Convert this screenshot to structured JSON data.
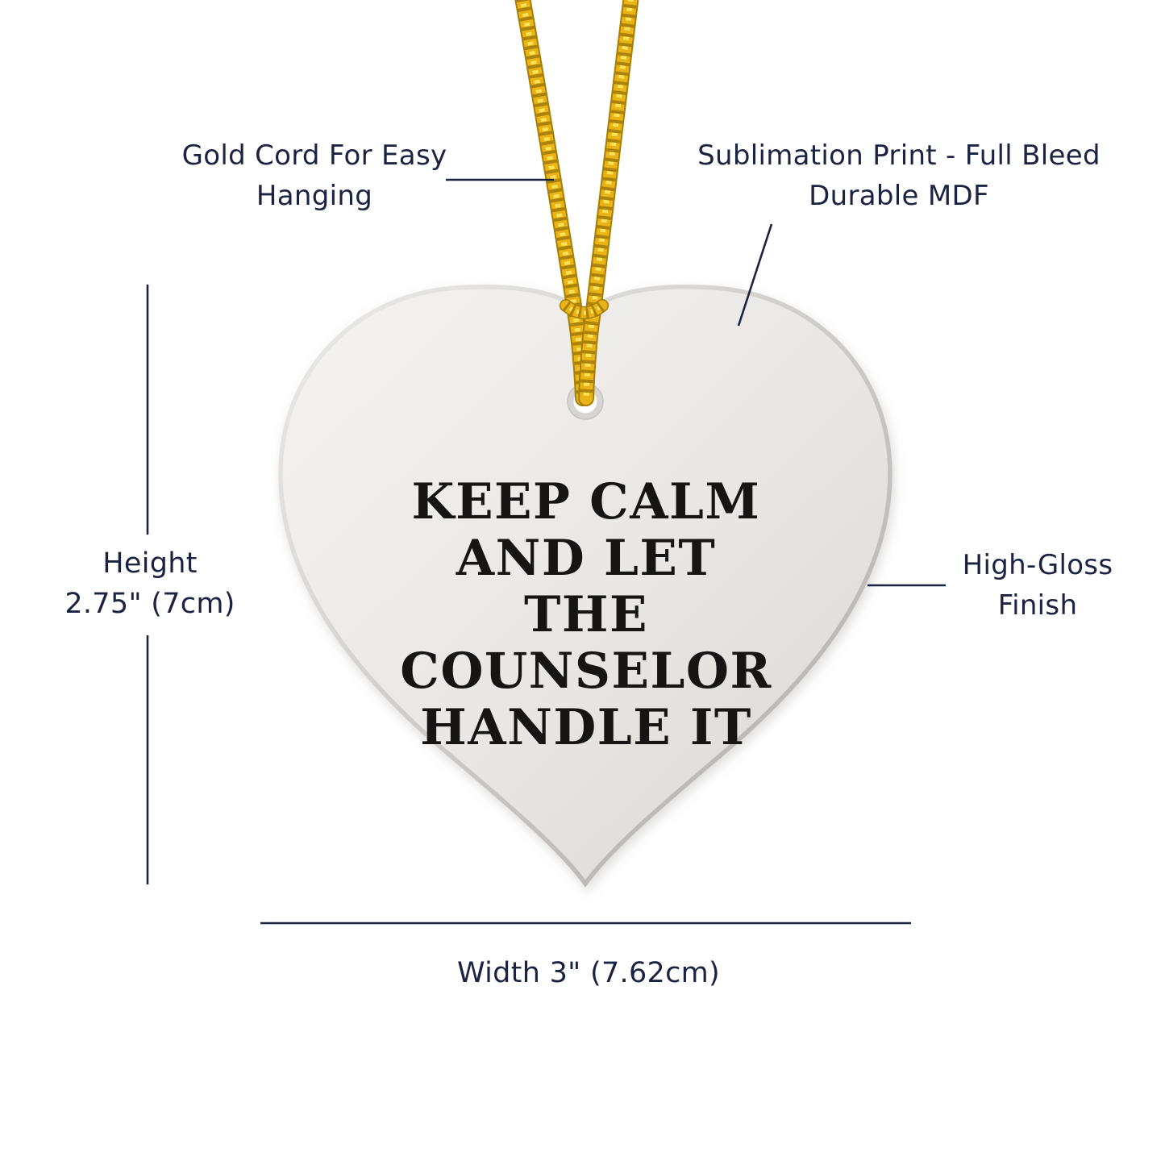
{
  "ornament": {
    "quote": "KEEP CALM\nAND LET THE\nCOUNSELOR\nHANDLE IT"
  },
  "annotations": {
    "gold_cord": "Gold Cord For Easy\nHanging",
    "sublimation": "Sublimation Print - Full Bleed\nDurable MDF",
    "height": "Height\n2.75\" (7cm)",
    "high_gloss": "High-Gloss\nFinish",
    "width": "Width 3\" (7.62cm)"
  },
  "colors": {
    "annotation": "#1b2342",
    "quote-text": "#161514",
    "heart-light": "#f5f3f1",
    "heart-mid": "#e9e6e3",
    "heart-dark": "#d9d5d2",
    "bevel-light": "#edebe9",
    "bevel-dark": "#aeaaa7",
    "hole-ring": "#d8d4d1",
    "gold-base": "#e9b417",
    "gold-dark": "#6e5200",
    "gold-highlight": "#ffe75e",
    "gold-edge": "#a87f06"
  }
}
